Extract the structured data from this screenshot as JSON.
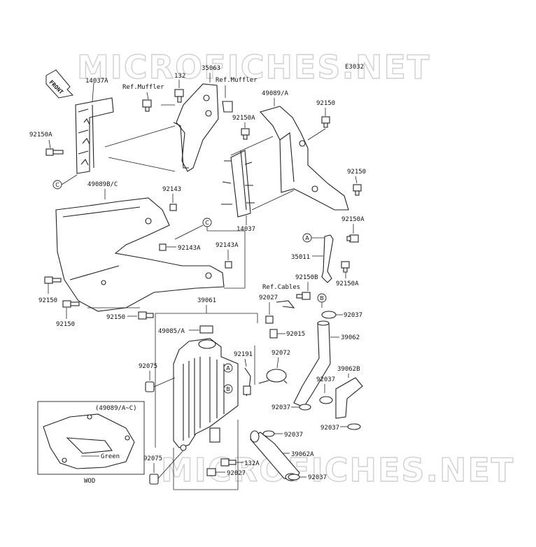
{
  "watermark": "MICROFICHES.NET",
  "diagram_code": "E3032",
  "front_label": "FRONT",
  "inset": {
    "title": "(49089/A~C)",
    "color_label": "Green",
    "note": "WOD"
  },
  "callouts": {
    "a": "A",
    "b": "B",
    "c": "C"
  },
  "labels": {
    "p14037A": "14037A",
    "refMuffler1": "Ref.Muffler",
    "p132": "132",
    "p35063": "35063",
    "refMuffler2": "Ref.Muffler",
    "p49089A": "49089/A",
    "p92150a": "92150",
    "p92150A_left": "92150A",
    "p92150A_mid": "92150A",
    "p92150b": "92150",
    "p49089BC": "49089B/C",
    "p92143": "92143",
    "p14037": "14037",
    "p92150A_r1": "92150A",
    "p92143A_1": "92143A",
    "p92143A_2": "92143A",
    "p35011": "35011",
    "p92150A_r2": "92150A",
    "p92150_l1": "92150",
    "p92150_l2": "92150",
    "p92150_l3": "92150",
    "refCables": "Ref.Cables",
    "p92150B": "92150B",
    "p92027a": "92027",
    "p39061": "39061",
    "p92037a": "92037",
    "p49085A": "49085/A",
    "p92015": "92015",
    "p39062": "39062",
    "p92191": "92191",
    "p92072": "92072",
    "p92075a": "92075",
    "p39062B": "39062B",
    "p92037b": "92037",
    "p92037c": "92037",
    "p92037d": "92037",
    "p92037e": "92037",
    "p39062A": "39062A",
    "p92075b": "92075",
    "p132A": "132A",
    "p92027b": "92027",
    "p92037f": "92037"
  }
}
